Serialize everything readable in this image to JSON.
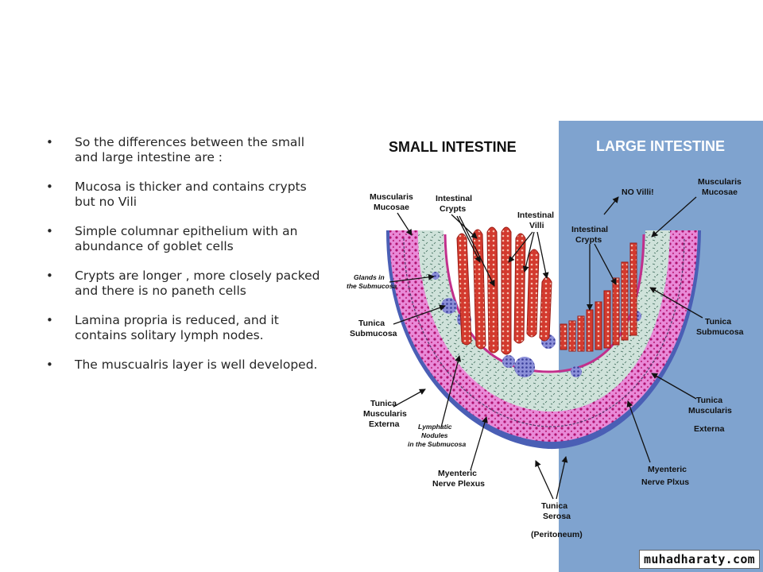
{
  "bullets": [
    "So the differences between the small and large intestine are :",
    "Mucosa is thicker and contains crypts but no Vili",
    "Simple columnar epithelium with an abundance of goblet cells",
    "Crypts are longer , more closely packed and there is no paneth cells",
    "Lamina propria is reduced, and it contains solitary lymph nodes.",
    "The muscualris layer is well developed."
  ],
  "diagram": {
    "title_left": "SMALL INTESTINE",
    "title_right": "LARGE INTESTINE",
    "labels": {
      "muscularis_mucosae_l1": "Muscularis",
      "muscularis_mucosae_l2": "Mucosae",
      "intestinal_crypts_l1": "Intestinal",
      "intestinal_crypts_l2": "Crypts",
      "intestinal_villi_l1": "Intestinal",
      "intestinal_villi_l2": "Villi",
      "glands_l1": "Glands in",
      "glands_l2": "the Submucosa",
      "tunica_submucosa_l1": "Tunica",
      "tunica_submucosa_l2": "Submucosa",
      "tunica_muscularis_l1": "Tunica",
      "tunica_muscularis_l2": "Muscularis",
      "tunica_muscularis_l3": "Externa",
      "lymphatic_l1": "Lymphatic",
      "lymphatic_l2": "Nodules",
      "lymphatic_l3": "in the Submucosa",
      "myenteric_l1": "Myenteric",
      "myenteric_l2": "Nerve Plexus",
      "serosa_l1": "Tunica",
      "serosa_l2": "Serosa",
      "serosa_l3": "(Peritoneum)",
      "no_villi": "NO Villi!",
      "r_crypts_l1": "Intestinal",
      "r_crypts_l2": "Crypts",
      "r_muscularis_mucosae_l1": "Muscularis",
      "r_muscularis_mucosae_l2": "Mucosae",
      "r_tunica_submucosa_l1": "Tunica",
      "r_tunica_submucosa_l2": "Submucosa",
      "r_tunica_muscularis_l1": "Tunica",
      "r_tunica_muscularis_l2": "Muscularis",
      "r_tunica_muscularis_l3": "Externa",
      "r_myenteric_l1": "Myenteric",
      "r_myenteric_l2": "Nerve Plxus"
    }
  },
  "watermark": "muhadharaty.com",
  "colors": {
    "panel_blue": "#7fa3cf",
    "muscle_pink": "#e07fd0",
    "submucosa": "#c9dcd4",
    "villi_red": "#d0342c",
    "nodule_blue": "#6a6fc4"
  }
}
